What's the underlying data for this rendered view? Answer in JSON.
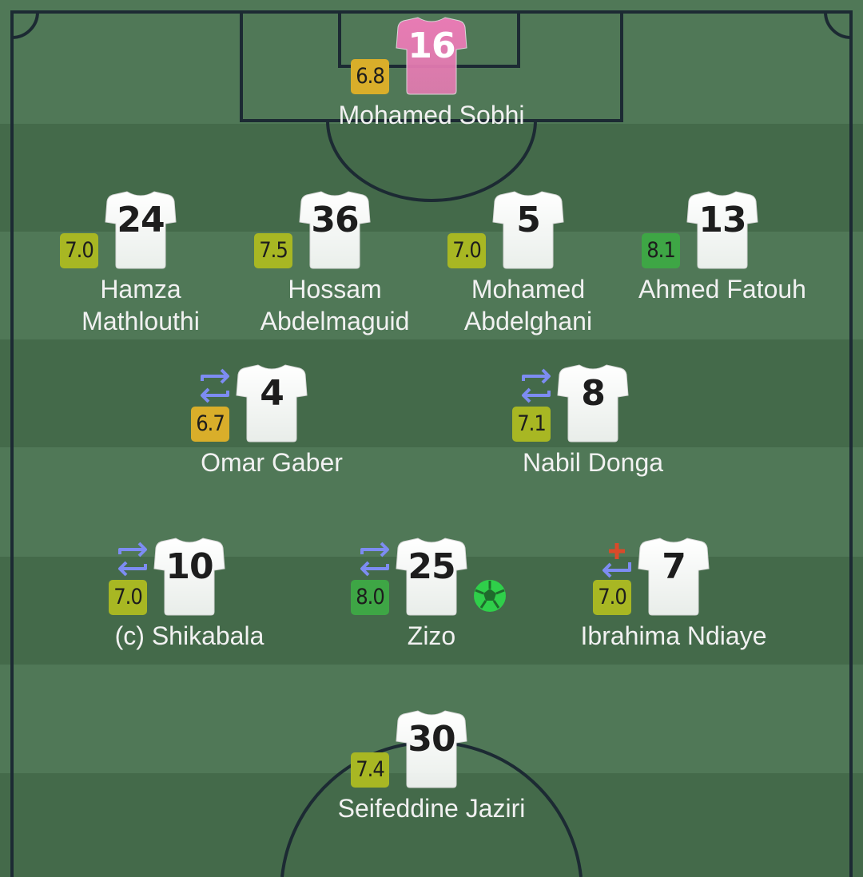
{
  "colors": {
    "pitch_dark": "#446a4a",
    "pitch_light": "#507857",
    "lines": "#1c2a33",
    "gk_kit": "#e87bb4",
    "outfield_kit": "#ffffff",
    "sub_icon": "#7d8cf2",
    "injury_icon": "#d94a2a",
    "goal_icon": "#2fcf4a"
  },
  "players": [
    {
      "number": "16",
      "name": "Mohamed Sobhi",
      "rating": "6.8",
      "rating_tier": "yellow",
      "kit": "goalkeeper"
    },
    {
      "number": "24",
      "name": "Hamza Mathlouthi",
      "rating": "7.0",
      "rating_tier": "lime"
    },
    {
      "number": "36",
      "name": "Hossam Abdelmaguid",
      "rating": "7.5",
      "rating_tier": "lime"
    },
    {
      "number": "5",
      "name": "Mohamed Abdelghani",
      "rating": "7.0",
      "rating_tier": "lime"
    },
    {
      "number": "13",
      "name": "Ahmed Fatouh",
      "rating": "8.1",
      "rating_tier": "green"
    },
    {
      "number": "4",
      "name": "Omar Gaber",
      "rating": "6.7",
      "rating_tier": "yellow",
      "subbed_off": true
    },
    {
      "number": "8",
      "name": "Nabil Donga",
      "rating": "7.1",
      "rating_tier": "lime",
      "subbed_off": true
    },
    {
      "number": "10",
      "name": "(c) Shikabala",
      "rating": "7.0",
      "rating_tier": "lime",
      "subbed_off": true
    },
    {
      "number": "25",
      "name": "Zizo",
      "rating": "8.0",
      "rating_tier": "green",
      "subbed_off": true,
      "goal": true
    },
    {
      "number": "7",
      "name": "Ibrahima Ndiaye",
      "rating": "7.0",
      "rating_tier": "lime",
      "subbed_off": true,
      "injured": true
    },
    {
      "number": "30",
      "name": "Seifeddine Jaziri",
      "rating": "7.4",
      "rating_tier": "lime"
    }
  ]
}
